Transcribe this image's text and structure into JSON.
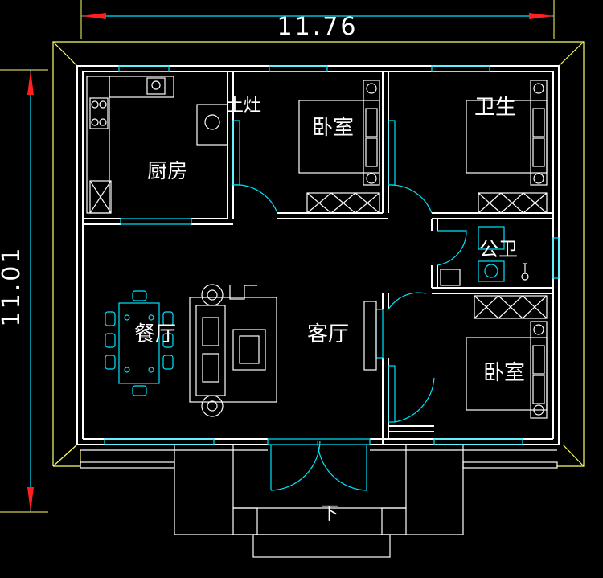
{
  "dimensions": {
    "width": "11.76",
    "height": "11.01"
  },
  "rooms": {
    "kitchen": "厨房",
    "stove_note": "土灶",
    "bedroom_top_center": "卧室",
    "bedroom_top_right": "卫生",
    "bathroom": "公卫",
    "dining": "餐厅",
    "living": "客厅",
    "bedroom_bottom_right": "卧室"
  },
  "stairs": {
    "down": "下"
  },
  "colors": {
    "background": "#000000",
    "wall": "#ffffff",
    "outline": "#ffff66",
    "dimension_line": "#00e5ff",
    "dimension_arrow": "#ff2020",
    "furniture": "#ffffff",
    "fixtures": "#00e5ff"
  }
}
